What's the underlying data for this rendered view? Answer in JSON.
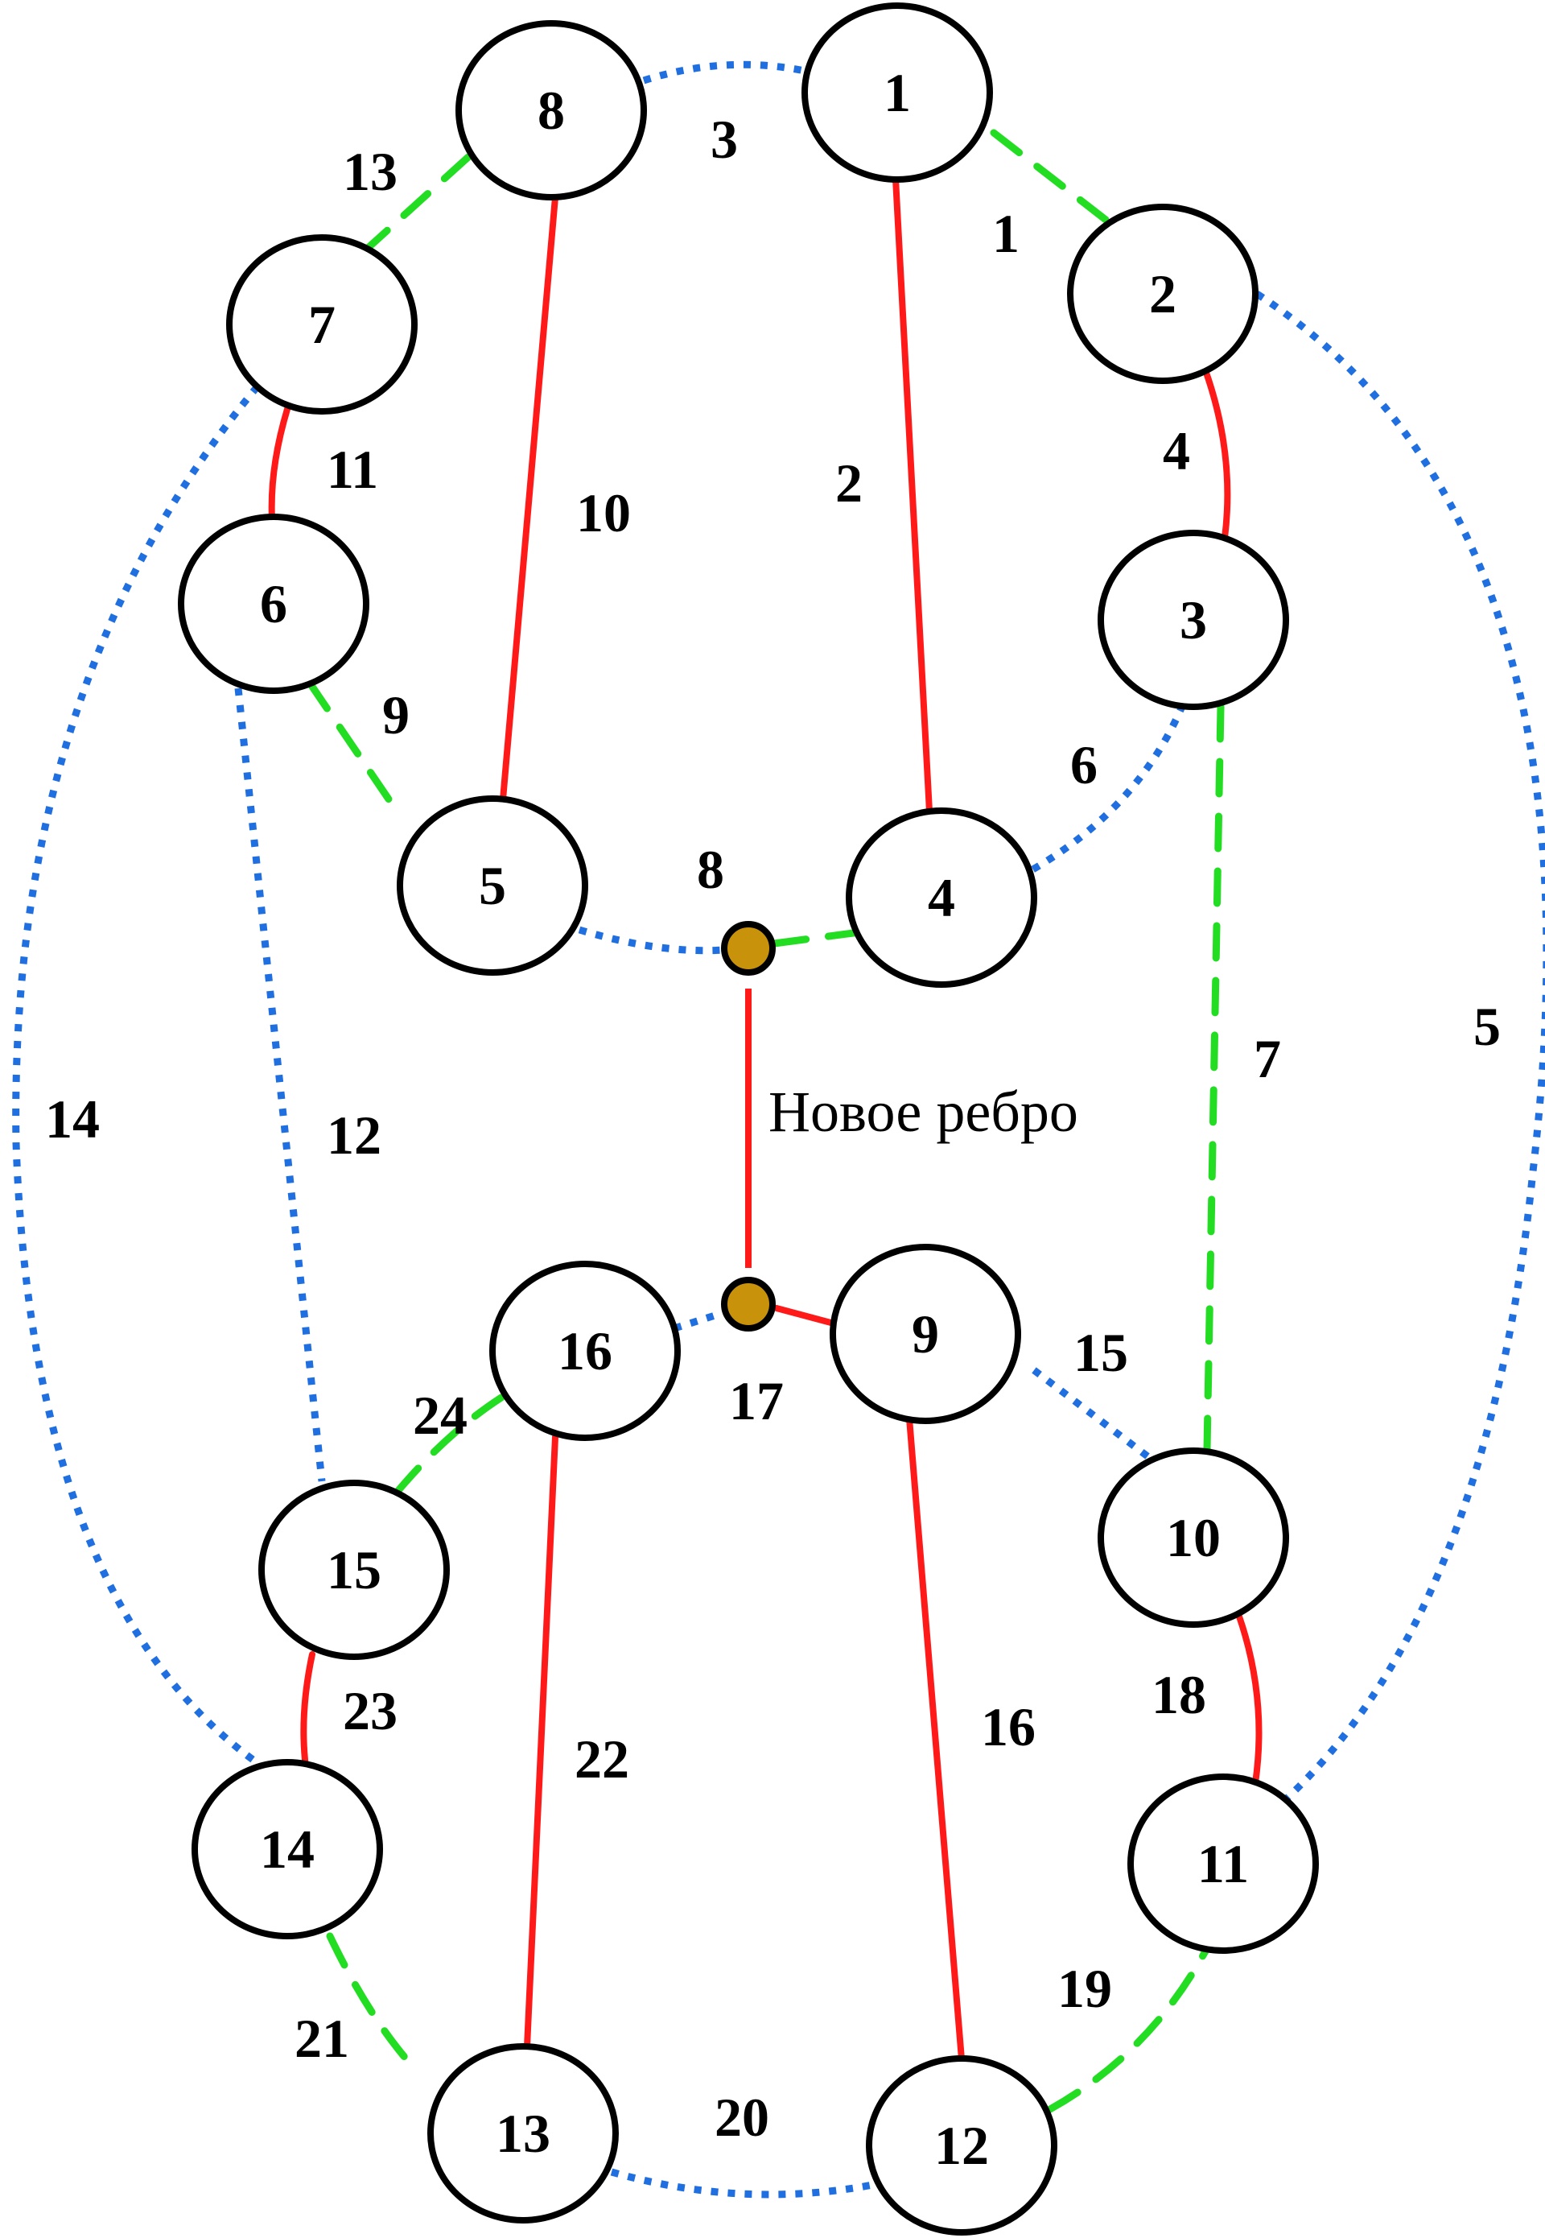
{
  "colors": {
    "red": "#ff1a1a",
    "green": "#22dd22",
    "blue": "#1f6fe0",
    "junction": "#c8920a"
  },
  "nodes": [
    "1",
    "2",
    "3",
    "4",
    "5",
    "6",
    "7",
    "8",
    "9",
    "10",
    "11",
    "12",
    "13",
    "14",
    "15",
    "16"
  ],
  "edges": [
    {
      "label": "1",
      "style": "green-dashed",
      "from": "1",
      "to": "2"
    },
    {
      "label": "2",
      "style": "red-solid",
      "from": "1",
      "to": "4"
    },
    {
      "label": "3",
      "style": "blue-dotted",
      "from": "8",
      "to": "1"
    },
    {
      "label": "4",
      "style": "red-solid",
      "from": "2",
      "to": "3"
    },
    {
      "label": "5",
      "style": "blue-dotted",
      "from": "2",
      "to": "11"
    },
    {
      "label": "6",
      "style": "blue-dotted",
      "from": "3",
      "to": "4"
    },
    {
      "label": "7",
      "style": "green-dashed",
      "from": "3",
      "to": "10"
    },
    {
      "label": "8",
      "style": "blue-dotted / green-dashed",
      "from": "5",
      "to": "4"
    },
    {
      "label": "9",
      "style": "green-dashed",
      "from": "6",
      "to": "5"
    },
    {
      "label": "10",
      "style": "red-solid",
      "from": "8",
      "to": "5"
    },
    {
      "label": "11",
      "style": "red-solid",
      "from": "7",
      "to": "6"
    },
    {
      "label": "12",
      "style": "blue-dotted",
      "from": "6",
      "to": "15"
    },
    {
      "label": "13",
      "style": "green-dashed",
      "from": "7",
      "to": "8"
    },
    {
      "label": "14",
      "style": "blue-dotted",
      "from": "7",
      "to": "14"
    },
    {
      "label": "15",
      "style": "blue-dotted",
      "from": "9",
      "to": "10"
    },
    {
      "label": "16",
      "style": "red-solid",
      "from": "9",
      "to": "12"
    },
    {
      "label": "17",
      "style": "blue-dotted / red-solid",
      "from": "16",
      "to": "9"
    },
    {
      "label": "18",
      "style": "red-solid",
      "from": "10",
      "to": "11"
    },
    {
      "label": "19",
      "style": "green-dashed",
      "from": "12",
      "to": "11"
    },
    {
      "label": "20",
      "style": "blue-dotted",
      "from": "13",
      "to": "12"
    },
    {
      "label": "21",
      "style": "green-dashed",
      "from": "14",
      "to": "13"
    },
    {
      "label": "22",
      "style": "red-solid",
      "from": "16",
      "to": "13"
    },
    {
      "label": "23",
      "style": "red-solid",
      "from": "15",
      "to": "14"
    },
    {
      "label": "24",
      "style": "green-dashed",
      "from": "15",
      "to": "16"
    }
  ],
  "new_edge_label": "Новое ребро"
}
